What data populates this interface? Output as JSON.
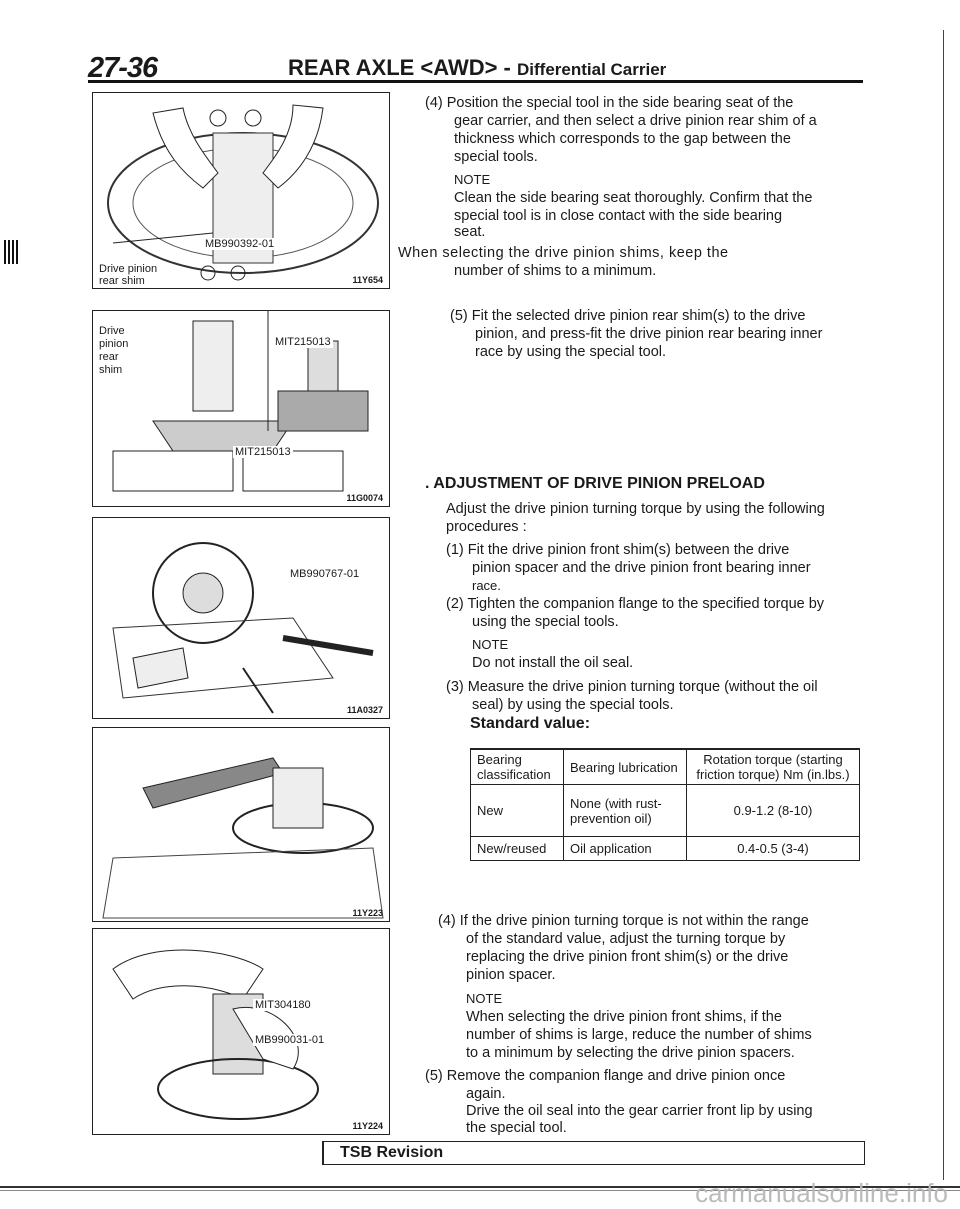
{
  "header": {
    "page_number": "27-36",
    "title": "REAR AXLE <AWD> -",
    "subtitle": "Differential Carrier"
  },
  "figures": [
    {
      "code": "11Y654",
      "labels": [
        "MB990392-01",
        "Drive pinion",
        "rear shim"
      ]
    },
    {
      "code": "11G0074",
      "labels": [
        "Drive",
        "pinion",
        "rear",
        "shim",
        "MIT215013",
        "MIT215013"
      ]
    },
    {
      "code": "11A0327",
      "labels": [
        "MB990767-01"
      ]
    },
    {
      "code": "11Y223",
      "labels": []
    },
    {
      "code": "11Y224",
      "labels": [
        "MIT304180",
        "MB990031-01"
      ]
    }
  ],
  "text": {
    "step4": "(4) Position the special tool in the side bearing seat of the",
    "step4_l2": "gear carrier, and then select a drive pinion rear shim of a",
    "step4_l3": "thickness which corresponds to the gap between the",
    "step4_l4": "special tools.",
    "note1": "NOTE",
    "note1_l1": "Clean the side bearing seat thoroughly. Confirm that the",
    "note1_l2": "special tool is in close contact with the side bearing",
    "note1_l3": "seat.",
    "note1_l4a": "When selecting the drive pinion shims, keep the",
    "note1_l5": "number of shims to a minimum.",
    "step5": "(5) Fit the selected drive pinion rear shim(s) to the drive",
    "step5_l2": "pinion, and press-fit the drive pinion rear bearing inner",
    "step5_l3": "race by using the special tool.",
    "section_title": ". ADJUSTMENT OF DRIVE PINION PRELOAD",
    "intro_l1": "Adjust the drive pinion turning torque by using the following",
    "intro_l2": "procedures :",
    "s1": "(1) Fit the drive pinion front shim(s) between the drive",
    "s1_l2": "pinion spacer and the drive pinion front bearing inner",
    "s1_l3": "race.",
    "s2": "(2) Tighten the companion flange to the specified torque by",
    "s2_l2": "using the special tools.",
    "note2": "NOTE",
    "note2_l1": "Do not install the oil seal.",
    "s3": "(3) Measure the drive pinion turning torque (without the oil",
    "s3_l2": "seal) by using the special tools.",
    "std_value": "Standard value:",
    "s4": "(4) If the drive pinion turning torque is not within the range",
    "s4_l2": "of the standard value, adjust the turning torque by",
    "s4_l3": "replacing the drive pinion front shim(s) or the drive",
    "s4_l4": "pinion spacer.",
    "note3": "NOTE",
    "note3_l1": "When selecting the drive pinion front shims, if the",
    "note3_l2": "number of shims is large, reduce the number of shims",
    "note3_l3": "to a minimum by selecting the drive pinion spacers.",
    "s5": "(5) Remove the companion flange and drive pinion once",
    "s5_l2": "again.",
    "s5_l3": "Drive the oil seal into the gear carrier front lip by using",
    "s5_l4": "the special tool."
  },
  "table": {
    "headers": [
      "Bearing classification",
      "Bearing lubrication",
      "Rotation torque (starting friction torque) Nm (in.lbs.)"
    ],
    "rows": [
      [
        "New",
        "None (with rust-prevention oil)",
        "0.9-1.2 (8-10)"
      ],
      [
        "New/reused",
        "Oil application",
        "0.4-0.5 (3-4)"
      ]
    ]
  },
  "footer": {
    "tsb": "TSB Revision",
    "watermark": "carmanualsonline.info"
  }
}
